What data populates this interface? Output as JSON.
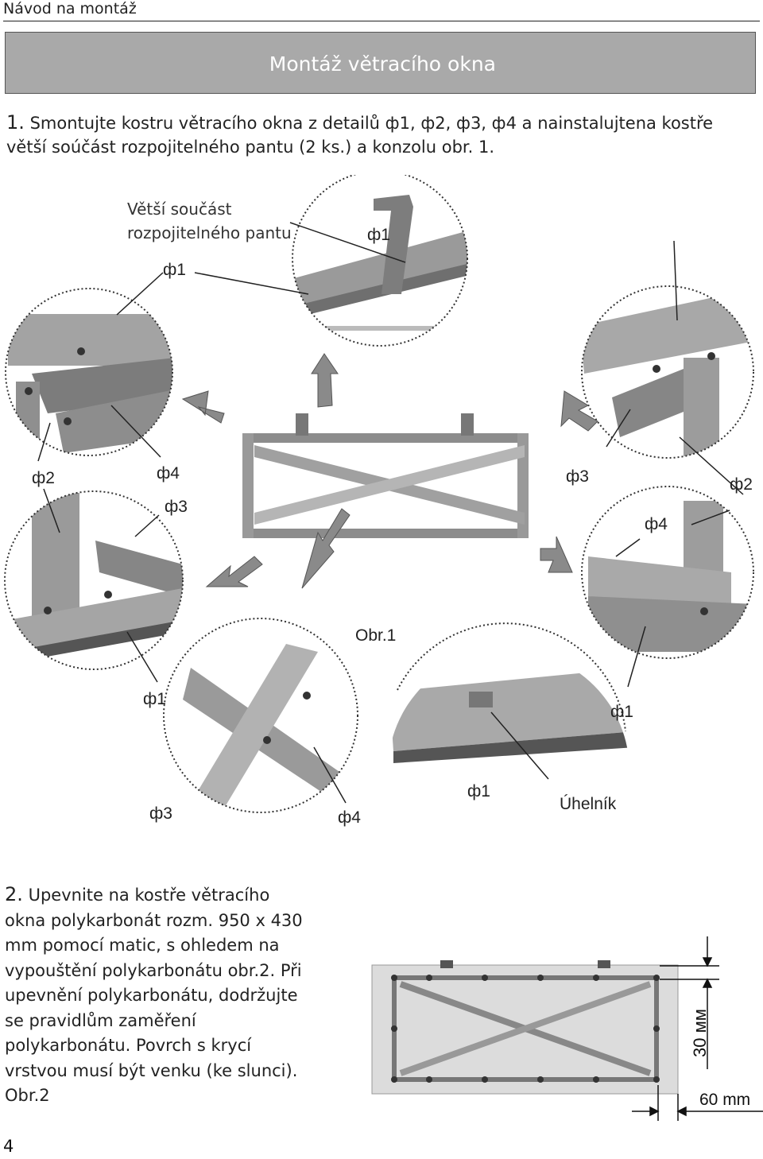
{
  "header": {
    "title": "Návod na montáž"
  },
  "banner": {
    "title": "Montáž větracího okna"
  },
  "step1": {
    "number": "1.",
    "text": "Smontujte kostru větracího okna z detailů ф1, ф2, ф3, ф4 a nainstalujtena kostře větší soúčást rozpojitelného pantu (2 ks.) a konzolu obr. 1."
  },
  "figure1": {
    "labels": {
      "hinge_line1": "Větší součást",
      "hinge_line2": "rozpojitelného pantu",
      "f1_top_right": "ф1",
      "f1_left": "ф1",
      "f2_left": "ф2",
      "f4_left": "ф4",
      "f3_left": "ф3",
      "f3_right": "ф3",
      "f2_right": "ф2",
      "f4_right": "ф4",
      "caption": "Obr.1",
      "f1_bottom_left": "ф1",
      "f1_bottom_right": "ф1",
      "f3_bottom": "ф3",
      "f4_bottom": "ф4",
      "f1_bottom_mid": "ф1",
      "angle": "Úhelník"
    }
  },
  "step2": {
    "number": "2.",
    "text": "Upevnite na kostře větracího okna polykarbonát rozm. 950 x 430 mm pomocí matic, s ohledem na vypouštění polykarbonátu obr.2. Při upevnění polykarbonátu, dodržujte se pravidlům zaměření polykarbonátu. Povrch s krycí vrstvou musí být venku (ke slunci). Obr.2"
  },
  "figure2": {
    "dim_vertical": "30 мм",
    "dim_horizontal": "60 mm"
  },
  "page": {
    "number": "4"
  }
}
